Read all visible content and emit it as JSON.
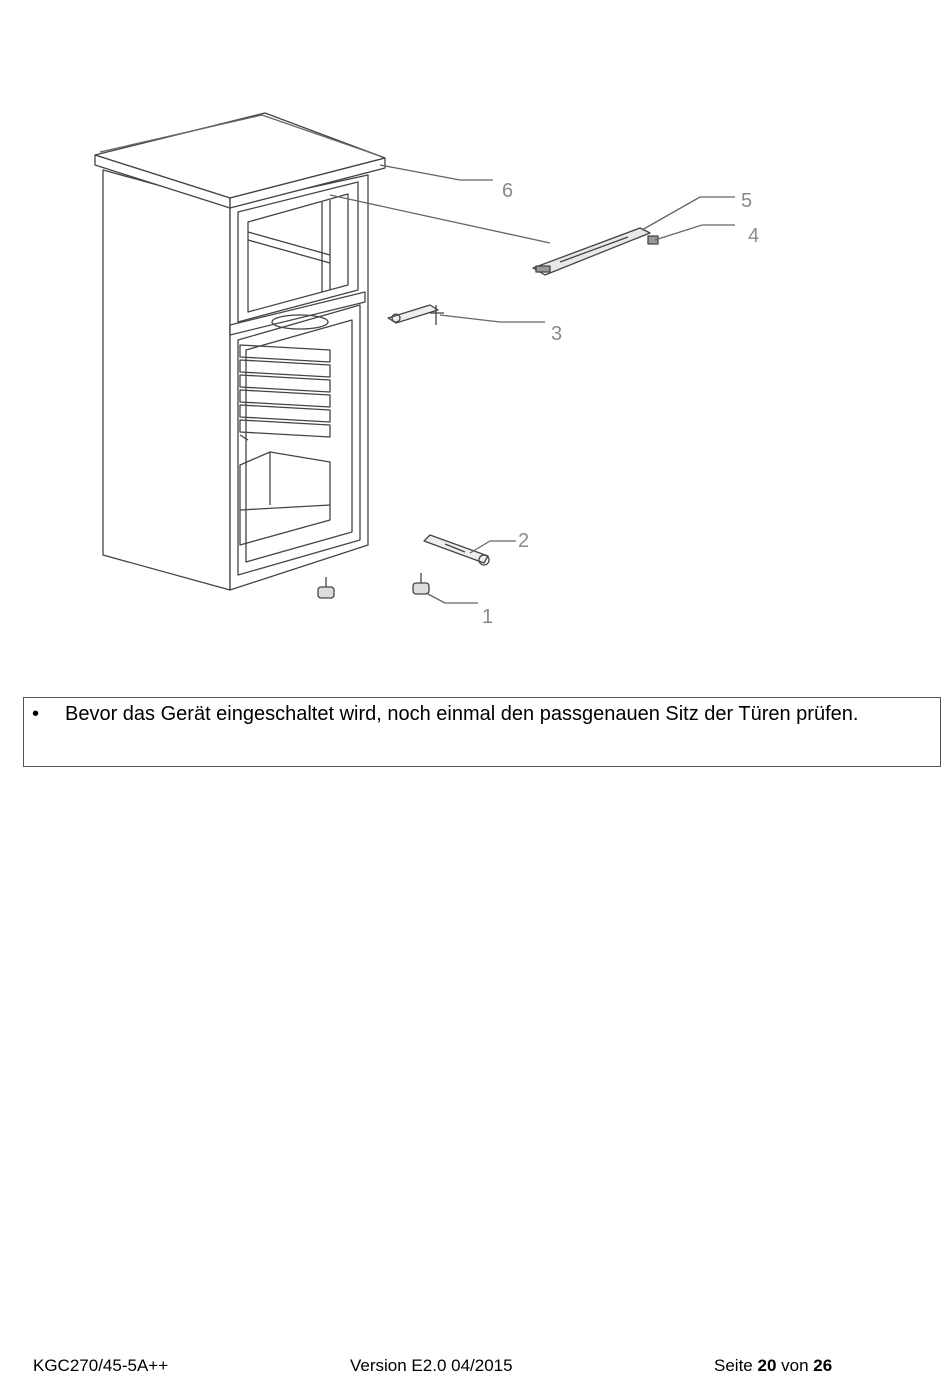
{
  "diagram": {
    "callouts": [
      {
        "id": "1",
        "label": "1"
      },
      {
        "id": "2",
        "label": "2"
      },
      {
        "id": "3",
        "label": "3"
      },
      {
        "id": "4",
        "label": "4"
      },
      {
        "id": "5",
        "label": "5"
      },
      {
        "id": "6",
        "label": "6"
      }
    ]
  },
  "notice": {
    "bullet": "•",
    "text": "Bevor das Gerät eingeschaltet wird, noch einmal den passgenauen Sitz der Türen prüfen."
  },
  "footer": {
    "model": "KGC270/45-5A++",
    "version": "Version E2.0 04/2015",
    "page_prefix": "Seite",
    "page_current": "20",
    "page_separator": "von",
    "page_total": "26"
  }
}
